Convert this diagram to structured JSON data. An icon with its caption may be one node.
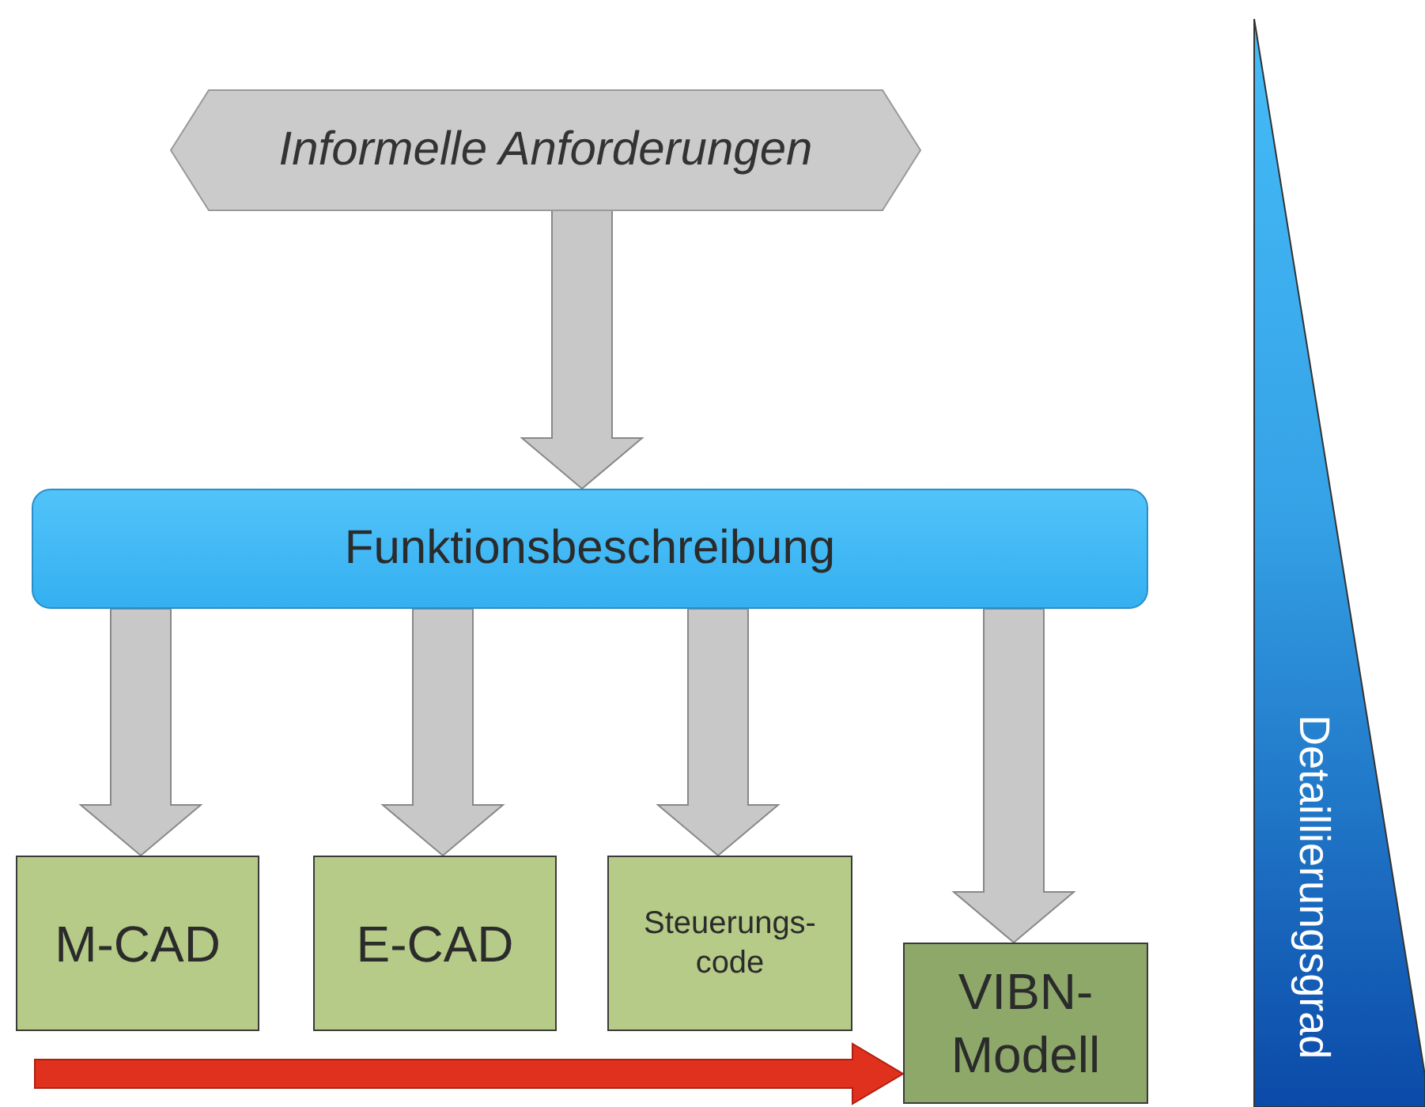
{
  "diagram": {
    "nodes": [
      {
        "text": [
          "Informelle Anforderungen"
        ]
      },
      {
        "text": [
          "Funktionsbeschreibung"
        ]
      },
      {
        "text": [
          "M-CAD"
        ]
      },
      {
        "text": [
          "E-CAD"
        ]
      },
      {
        "text": [
          "Steuerungs- code"
        ]
      },
      {
        "text": [
          "VIBN- Modell"
        ]
      },
      {
        "text": [
          "Detaillierungsgrad"
        ]
      }
    ],
    "edges": [
      {
        "from": 0,
        "to": 1,
        "arrow": "to"
      },
      {
        "from": 1,
        "to": 2,
        "arrow": "to"
      },
      {
        "from": 1,
        "to": 3,
        "arrow": "to"
      },
      {
        "from": 1,
        "to": 4,
        "arrow": "to"
      },
      {
        "from": 1,
        "to": 5,
        "arrow": "to"
      },
      {
        "from": null,
        "to": 5,
        "arrow": "to",
        "color": "#e0301e"
      }
    ]
  }
}
